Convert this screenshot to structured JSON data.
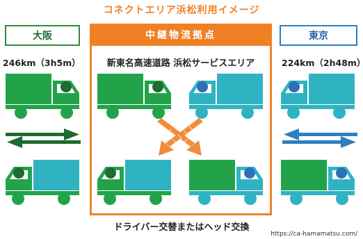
{
  "title": "コネクトエリア浜松利用イメージ",
  "left_city": {
    "name": "大阪",
    "distance": "246km（3h5m）"
  },
  "right_city": {
    "name": "東京",
    "distance": "224km（2h48m）"
  },
  "center": {
    "header": "中継物流拠点",
    "location": "新東名高速道路 浜松サービスエリア"
  },
  "caption": "ドライバー交替またはヘッド交換",
  "source_url": "https://ca-hamamatsu.com/",
  "colors": {
    "orange": "#f08024",
    "green_truck": "#22a34a",
    "cyan_truck": "#2fb3c3",
    "dark_green": "#1d6b2e",
    "blue": "#2f7fc1",
    "driver_green": "#1e6b33",
    "driver_blue": "#2f6fb7"
  }
}
